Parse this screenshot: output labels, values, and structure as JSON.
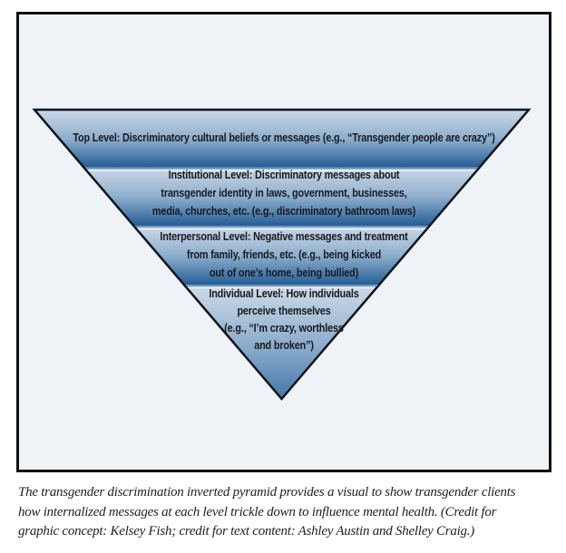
{
  "figure": {
    "panel_background": "#eff2f6",
    "panel_border_color": "#0f1013",
    "page_background": "#ffffff"
  },
  "pyramid": {
    "type": "inverted-pyramid",
    "outline_color": "#10141c",
    "band_gradient_top": "#ccd9e7",
    "band_gradient_mid": "#8fafce",
    "band_gradient_bottom": "#245d95",
    "tip_band_gradient_bottom": "#4377ab",
    "divider_line_color": "#6f97bf",
    "divider_highlight_color": "#e9eef5",
    "levels": [
      {
        "name": "top-level",
        "lines": [
          "Top Level: Discriminatory cultural beliefs or messages (e.g., “Transgender people are crazy”)"
        ]
      },
      {
        "name": "institutional-level",
        "lines": [
          "Institutional Level: Discriminatory messages about",
          "transgender identity in laws, government, businesses,",
          "media, churches, etc. (e.g., discriminatory bathroom laws)"
        ]
      },
      {
        "name": "interpersonal-level",
        "lines": [
          "Interpersonal Level: Negative messages and treatment",
          "from family, friends, etc. (e.g., being kicked",
          "out of one’s home, being bullied)"
        ]
      },
      {
        "name": "individual-level",
        "lines": [
          "Individual Level: How individuals",
          "perceive themselves",
          "(e.g., “I’m crazy, worthless",
          "and broken”)"
        ]
      }
    ]
  },
  "caption": {
    "lines": [
      "The transgender discrimination inverted pyramid provides a visual to show transgender clients",
      "how internalized messages at each level trickle down to influence mental health. (Credit for",
      "graphic concept: Kelsey Fish; credit for text content: Ashley Austin and Shelley Craig.)"
    ]
  }
}
